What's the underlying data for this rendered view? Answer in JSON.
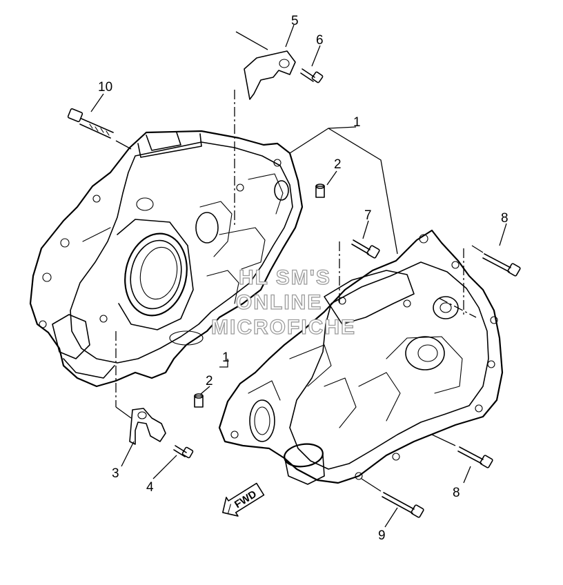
{
  "callouts": {
    "c1a": "1",
    "c1b": "1",
    "c2a": "2",
    "c2b": "2",
    "c3": "3",
    "c4": "4",
    "c5": "5",
    "c6": "6",
    "c7": "7",
    "c8a": "8",
    "c8b": "8",
    "c9": "9",
    "c10": "10"
  },
  "direction_badge": "FWD",
  "watermark": {
    "line1": "HL SM'S",
    "line2": "ONLINE",
    "line3": "MICROFICHE"
  }
}
